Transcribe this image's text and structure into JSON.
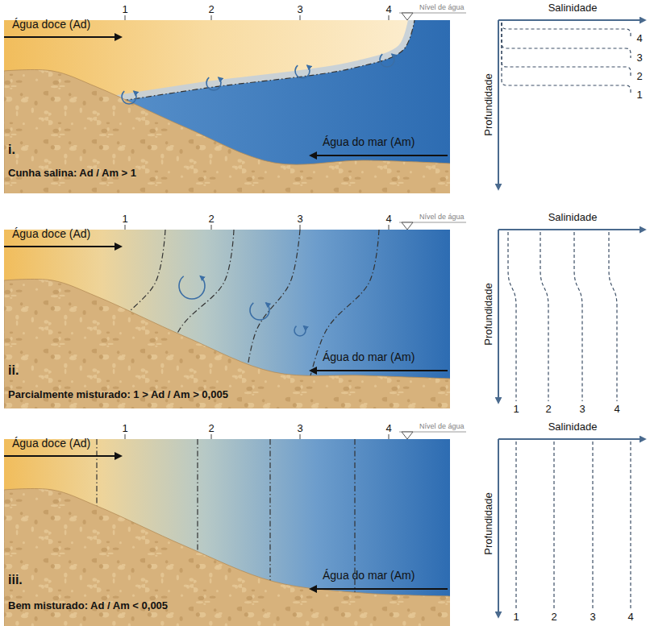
{
  "diagram": {
    "labels": [
      "1",
      "2",
      "3",
      "4",
      "Nível de água",
      "Salinidade",
      "Água doce (Ad)",
      "Profundidade",
      "4",
      "3",
      "2",
      "1",
      "Água do mar (Am)",
      "i.",
      "Cunha salina: Ad / Am > 1",
      "1",
      "2",
      "3",
      "4",
      "Nível de água",
      "Salinidade",
      "Água doce (Ad)",
      "Profundidade",
      "1",
      "2",
      "3",
      "4",
      "Água do mar (Am)",
      "ii.",
      "Parcialmente misturado: 1 > Ad / Am > 0,005",
      "1",
      "2",
      "3",
      "4",
      "Nível de água",
      "Salinidade",
      "Água doce (Ad)",
      "Profundidade",
      "1",
      "2",
      "3",
      "4",
      "Água do mar (Am)",
      "iii.",
      "Bem misturado: Ad / Am < 0,005"
    ]
  }
}
